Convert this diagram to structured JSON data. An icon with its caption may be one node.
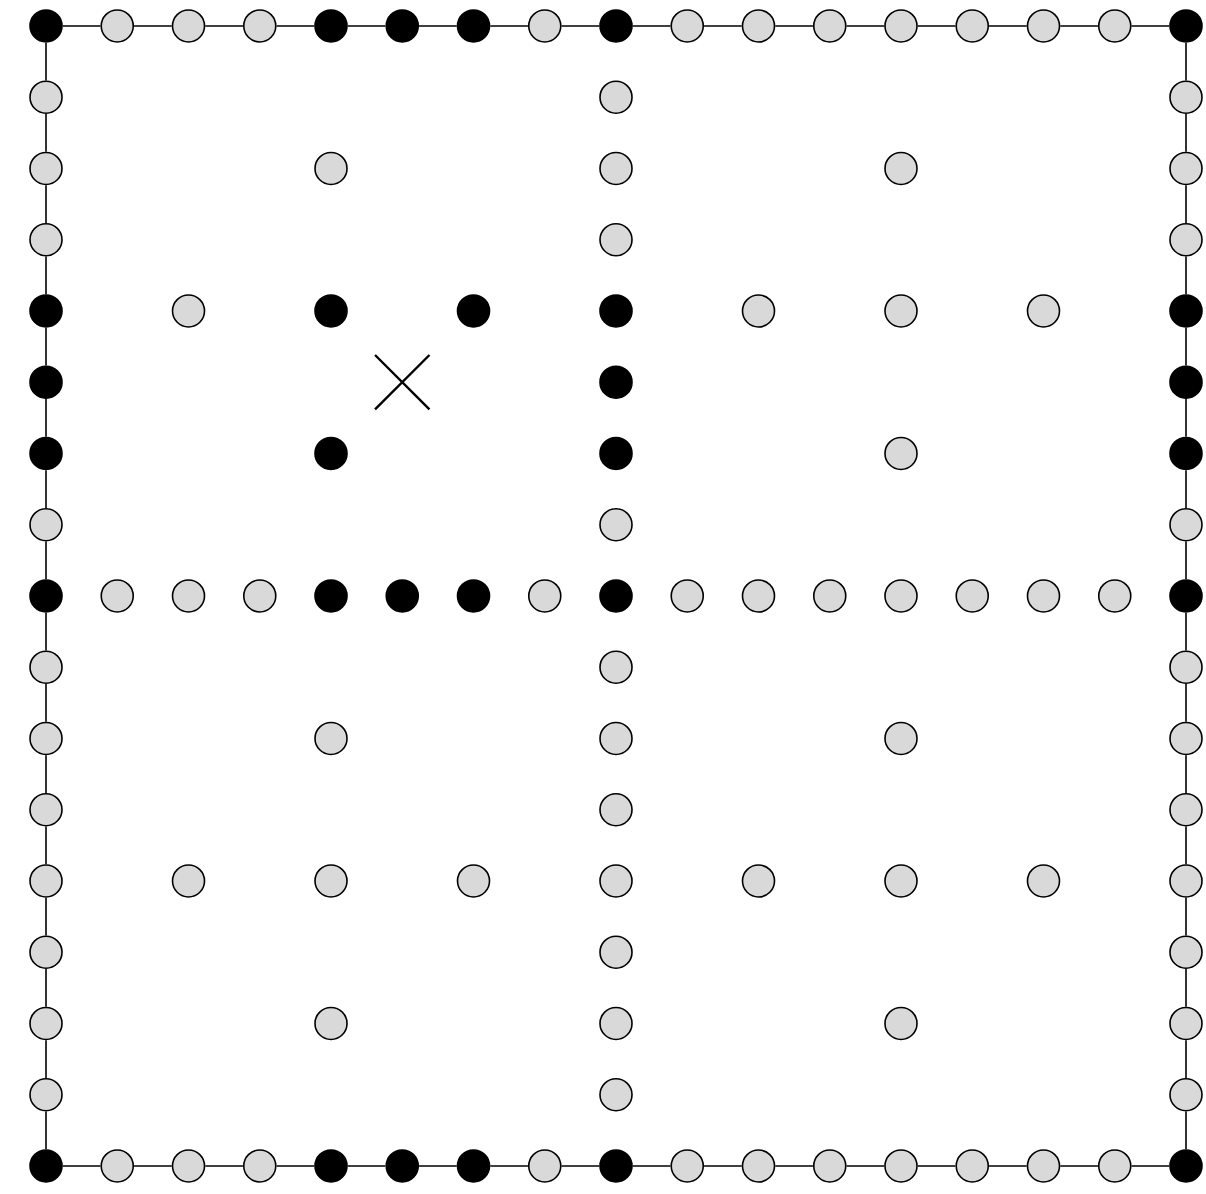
{
  "diagram": {
    "nodes": [
      {
        "text": [],
        "shape": "dot"
      },
      {
        "text": [],
        "shape": "circle"
      },
      {
        "text": [],
        "shape": "circle"
      },
      {
        "text": [],
        "shape": "circle"
      },
      {
        "text": [],
        "shape": "dot"
      },
      {
        "text": [],
        "shape": "dot"
      },
      {
        "text": [],
        "shape": "dot"
      },
      {
        "text": [],
        "shape": "circle"
      },
      {
        "text": [],
        "shape": "dot"
      },
      {
        "text": [],
        "shape": "circle"
      },
      {
        "text": [],
        "shape": "circle"
      },
      {
        "text": [],
        "shape": "circle"
      },
      {
        "text": [],
        "shape": "circle"
      },
      {
        "text": [],
        "shape": "circle"
      },
      {
        "text": [],
        "shape": "circle"
      },
      {
        "text": [],
        "shape": "circle"
      },
      {
        "text": [],
        "shape": "dot"
      },
      {
        "text": [],
        "shape": "circle"
      },
      {
        "text": [],
        "shape": "circle"
      },
      {
        "text": [],
        "shape": "circle"
      },
      {
        "text": [],
        "shape": "circle"
      },
      {
        "text": [],
        "shape": "circle"
      },
      {
        "text": [],
        "shape": "circle"
      },
      {
        "text": [],
        "shape": "circle"
      },
      {
        "text": [],
        "shape": "circle"
      },
      {
        "text": [],
        "shape": "circle"
      },
      {
        "text": [],
        "shape": "circle"
      },
      {
        "text": [],
        "shape": "circle"
      },
      {
        "text": [],
        "shape": "dot"
      },
      {
        "text": [],
        "shape": "circle"
      },
      {
        "text": [],
        "shape": "dot"
      },
      {
        "text": [],
        "shape": "dot"
      },
      {
        "text": [],
        "shape": "dot"
      },
      {
        "text": [],
        "shape": "circle"
      },
      {
        "text": [],
        "shape": "circle"
      },
      {
        "text": [],
        "shape": "circle"
      },
      {
        "text": [],
        "shape": "dot"
      },
      {
        "text": [],
        "shape": "dot"
      },
      {
        "text": [],
        "shape": "cross"
      },
      {
        "text": [],
        "shape": "dot"
      },
      {
        "text": [],
        "shape": "dot"
      },
      {
        "text": [],
        "shape": "dot"
      },
      {
        "text": [],
        "shape": "dot"
      },
      {
        "text": [],
        "shape": "dot"
      },
      {
        "text": [],
        "shape": "circle"
      },
      {
        "text": [],
        "shape": "dot"
      },
      {
        "text": [],
        "shape": "circle"
      },
      {
        "text": [],
        "shape": "circle"
      },
      {
        "text": [],
        "shape": "circle"
      },
      {
        "text": [],
        "shape": "dot"
      },
      {
        "text": [],
        "shape": "circle"
      },
      {
        "text": [],
        "shape": "circle"
      },
      {
        "text": [],
        "shape": "circle"
      },
      {
        "text": [],
        "shape": "dot"
      },
      {
        "text": [],
        "shape": "dot"
      },
      {
        "text": [],
        "shape": "dot"
      },
      {
        "text": [],
        "shape": "circle"
      },
      {
        "text": [],
        "shape": "dot"
      },
      {
        "text": [],
        "shape": "circle"
      },
      {
        "text": [],
        "shape": "circle"
      },
      {
        "text": [],
        "shape": "circle"
      },
      {
        "text": [],
        "shape": "circle"
      },
      {
        "text": [],
        "shape": "circle"
      },
      {
        "text": [],
        "shape": "circle"
      },
      {
        "text": [],
        "shape": "circle"
      },
      {
        "text": [],
        "shape": "dot"
      },
      {
        "text": [],
        "shape": "circle"
      },
      {
        "text": [],
        "shape": "circle"
      },
      {
        "text": [],
        "shape": "circle"
      },
      {
        "text": [],
        "shape": "circle"
      },
      {
        "text": [],
        "shape": "circle"
      },
      {
        "text": [],
        "shape": "circle"
      },
      {
        "text": [],
        "shape": "circle"
      },
      {
        "text": [],
        "shape": "circle"
      },
      {
        "text": [],
        "shape": "circle"
      },
      {
        "text": [],
        "shape": "circle"
      },
      {
        "text": [],
        "shape": "circle"
      },
      {
        "text": [],
        "shape": "circle"
      },
      {
        "text": [],
        "shape": "circle"
      },
      {
        "text": [],
        "shape": "circle"
      },
      {
        "text": [],
        "shape": "circle"
      },
      {
        "text": [],
        "shape": "circle"
      },
      {
        "text": [],
        "shape": "circle"
      },
      {
        "text": [],
        "shape": "circle"
      },
      {
        "text": [],
        "shape": "circle"
      },
      {
        "text": [],
        "shape": "circle"
      },
      {
        "text": [],
        "shape": "circle"
      },
      {
        "text": [],
        "shape": "circle"
      },
      {
        "text": [],
        "shape": "circle"
      },
      {
        "text": [],
        "shape": "circle"
      },
      {
        "text": [],
        "shape": "circle"
      },
      {
        "text": [],
        "shape": "circle"
      },
      {
        "text": [],
        "shape": "circle"
      },
      {
        "text": [],
        "shape": "circle"
      },
      {
        "text": [],
        "shape": "circle"
      },
      {
        "text": [],
        "shape": "circle"
      },
      {
        "text": [],
        "shape": "circle"
      },
      {
        "text": [],
        "shape": "dot"
      },
      {
        "text": [],
        "shape": "circle"
      },
      {
        "text": [],
        "shape": "circle"
      },
      {
        "text": [],
        "shape": "circle"
      },
      {
        "text": [],
        "shape": "dot"
      },
      {
        "text": [],
        "shape": "dot"
      },
      {
        "text": [],
        "shape": "dot"
      },
      {
        "text": [],
        "shape": "circle"
      },
      {
        "text": [],
        "shape": "dot"
      },
      {
        "text": [],
        "shape": "circle"
      },
      {
        "text": [],
        "shape": "circle"
      },
      {
        "text": [],
        "shape": "circle"
      },
      {
        "text": [],
        "shape": "circle"
      },
      {
        "text": [],
        "shape": "circle"
      },
      {
        "text": [],
        "shape": "circle"
      },
      {
        "text": [],
        "shape": "circle"
      },
      {
        "text": [],
        "shape": "dot"
      }
    ],
    "edges": [
      {
        "from": 0,
        "to": 1,
        "arrow": "none"
      },
      {
        "from": 1,
        "to": 2,
        "arrow": "none"
      },
      {
        "from": 2,
        "to": 3,
        "arrow": "none"
      },
      {
        "from": 3,
        "to": 4,
        "arrow": "none"
      },
      {
        "from": 4,
        "to": 5,
        "arrow": "none"
      },
      {
        "from": 5,
        "to": 6,
        "arrow": "none"
      },
      {
        "from": 6,
        "to": 7,
        "arrow": "none"
      },
      {
        "from": 7,
        "to": 8,
        "arrow": "none"
      },
      {
        "from": 8,
        "to": 9,
        "arrow": "none"
      },
      {
        "from": 9,
        "to": 10,
        "arrow": "none"
      },
      {
        "from": 10,
        "to": 11,
        "arrow": "none"
      },
      {
        "from": 11,
        "to": 12,
        "arrow": "none"
      },
      {
        "from": 12,
        "to": 13,
        "arrow": "none"
      },
      {
        "from": 13,
        "to": 14,
        "arrow": "none"
      },
      {
        "from": 14,
        "to": 15,
        "arrow": "none"
      },
      {
        "from": 15,
        "to": 16,
        "arrow": "none"
      },
      {
        "from": 0,
        "to": 17,
        "arrow": "none"
      },
      {
        "from": 17,
        "to": 20,
        "arrow": "none"
      },
      {
        "from": 20,
        "to": 25,
        "arrow": "none"
      },
      {
        "from": 25,
        "to": 28,
        "arrow": "none"
      },
      {
        "from": 28,
        "to": 37,
        "arrow": "none"
      },
      {
        "from": 37,
        "to": 41,
        "arrow": "none"
      },
      {
        "from": 41,
        "to": 46,
        "arrow": "none"
      },
      {
        "from": 46,
        "to": 49,
        "arrow": "none"
      },
      {
        "from": 49,
        "to": 66,
        "arrow": "none"
      },
      {
        "from": 66,
        "to": 69,
        "arrow": "none"
      },
      {
        "from": 69,
        "to": 74,
        "arrow": "none"
      },
      {
        "from": 74,
        "to": 77,
        "arrow": "none"
      },
      {
        "from": 77,
        "to": 86,
        "arrow": "none"
      },
      {
        "from": 86,
        "to": 89,
        "arrow": "none"
      },
      {
        "from": 89,
        "to": 94,
        "arrow": "none"
      },
      {
        "from": 94,
        "to": 97,
        "arrow": "none"
      },
      {
        "from": 16,
        "to": 19,
        "arrow": "none"
      },
      {
        "from": 19,
        "to": 24,
        "arrow": "none"
      },
      {
        "from": 24,
        "to": 27,
        "arrow": "none"
      },
      {
        "from": 27,
        "to": 36,
        "arrow": "none"
      },
      {
        "from": 36,
        "to": 40,
        "arrow": "none"
      },
      {
        "from": 40,
        "to": 45,
        "arrow": "none"
      },
      {
        "from": 45,
        "to": 48,
        "arrow": "none"
      },
      {
        "from": 48,
        "to": 65,
        "arrow": "none"
      },
      {
        "from": 65,
        "to": 68,
        "arrow": "none"
      },
      {
        "from": 68,
        "to": 73,
        "arrow": "none"
      },
      {
        "from": 73,
        "to": 76,
        "arrow": "none"
      },
      {
        "from": 76,
        "to": 85,
        "arrow": "none"
      },
      {
        "from": 85,
        "to": 88,
        "arrow": "none"
      },
      {
        "from": 88,
        "to": 93,
        "arrow": "none"
      },
      {
        "from": 93,
        "to": 96,
        "arrow": "none"
      },
      {
        "from": 96,
        "to": 113,
        "arrow": "none"
      },
      {
        "from": 97,
        "to": 98,
        "arrow": "none"
      },
      {
        "from": 98,
        "to": 99,
        "arrow": "none"
      },
      {
        "from": 99,
        "to": 100,
        "arrow": "none"
      },
      {
        "from": 100,
        "to": 101,
        "arrow": "none"
      },
      {
        "from": 101,
        "to": 102,
        "arrow": "none"
      },
      {
        "from": 102,
        "to": 103,
        "arrow": "none"
      },
      {
        "from": 103,
        "to": 104,
        "arrow": "none"
      },
      {
        "from": 104,
        "to": 105,
        "arrow": "none"
      },
      {
        "from": 105,
        "to": 106,
        "arrow": "none"
      },
      {
        "from": 106,
        "to": 107,
        "arrow": "none"
      },
      {
        "from": 107,
        "to": 108,
        "arrow": "none"
      },
      {
        "from": 108,
        "to": 109,
        "arrow": "none"
      },
      {
        "from": 109,
        "to": 110,
        "arrow": "none"
      },
      {
        "from": 110,
        "to": 111,
        "arrow": "none"
      },
      {
        "from": 111,
        "to": 112,
        "arrow": "none"
      },
      {
        "from": 112,
        "to": 113,
        "arrow": "none"
      }
    ]
  }
}
